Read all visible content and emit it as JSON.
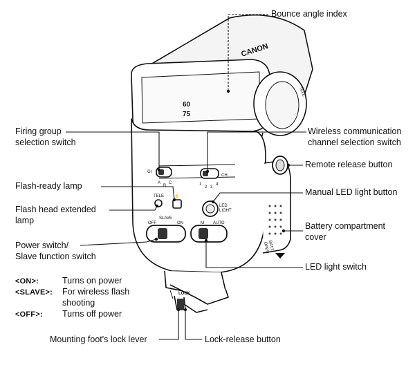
{
  "labels": {
    "bounce_angle_index": "Bounce angle index",
    "firing_group_1": "Firing group",
    "firing_group_2": "selection switch",
    "wireless_channel_1": "Wireless communication",
    "wireless_channel_2": "channel selection switch",
    "remote_release": "Remote release button",
    "flash_ready_lamp": "Flash-ready lamp",
    "manual_led": "Manual LED light button",
    "flash_head_ext_1": "Flash head extended",
    "flash_head_ext_2": "lamp",
    "battery_cover_1": "Battery compartment",
    "battery_cover_2": "cover",
    "power_switch_1": "Power switch/",
    "power_switch_2": "Slave function switch",
    "led_light_switch": "LED light switch",
    "mounting_foot": "Mounting foot's lock lever",
    "lock_release": "Lock-release button"
  },
  "power_notes": [
    {
      "key": "<ON>:",
      "text": "Turns on power"
    },
    {
      "key": "<SLAVE>:",
      "text": "For wireless flash"
    },
    {
      "key": "",
      "text": "shooting"
    },
    {
      "key": "<OFF>:",
      "text": "Turns off power"
    }
  ],
  "device_markings": {
    "brand": "CANON",
    "scale_60": "60",
    "scale_75": "75",
    "tele_side": "TELE",
    "gr": "Gr",
    "group_a": "A",
    "group_b": "B",
    "group_c": "C",
    "ch": "CH.",
    "ch_1": "1",
    "ch_2": "2",
    "ch_3": "3",
    "ch_4": "4",
    "tele_lamp": "TELE",
    "flash_symbol": "⚡",
    "led_1": "LED",
    "led_2": "LIGHT",
    "slave": "SLAVE",
    "off": "OFF",
    "on": "ON",
    "m": "M",
    "auto": "AUTO",
    "batt_1": "BATT.",
    "batt_2": "OPEN",
    "lock": "LOCK"
  }
}
